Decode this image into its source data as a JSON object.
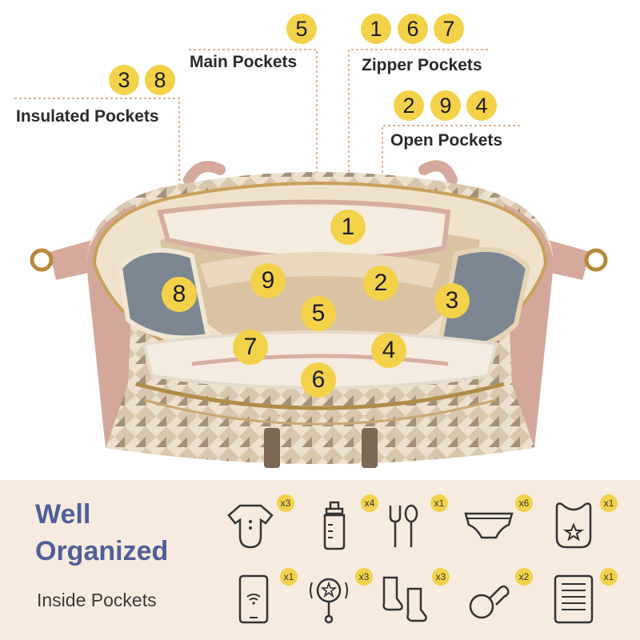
{
  "labels": {
    "main": "Main Pockets",
    "zipper": "Zipper Pockets",
    "insulated": "Insulated Pockets",
    "open": "Open Pockets"
  },
  "header_badges": {
    "main": [
      "5"
    ],
    "zipper": [
      "1",
      "6",
      "7"
    ],
    "insulated": [
      "3",
      "8"
    ],
    "open": [
      "2",
      "9",
      "4"
    ]
  },
  "bag_badges": [
    "1",
    "2",
    "3",
    "4",
    "5",
    "6",
    "7",
    "8",
    "9"
  ],
  "bottom": {
    "title_line1": "Well",
    "title_line2": "Organized",
    "subtitle": "Inside Pockets",
    "items": [
      {
        "icon": "onesie-icon",
        "count": "x3"
      },
      {
        "icon": "baby-bottle-icon",
        "count": "x4"
      },
      {
        "icon": "baby-utensils-icon",
        "count": "x1"
      },
      {
        "icon": "diaper-icon",
        "count": "x6"
      },
      {
        "icon": "bib-icon",
        "count": "x1"
      },
      {
        "icon": "phone-icon",
        "count": "x1"
      },
      {
        "icon": "rattle-icon",
        "count": "x3"
      },
      {
        "icon": "socks-icon",
        "count": "x3"
      },
      {
        "icon": "pacifier-icon",
        "count": "x2"
      },
      {
        "icon": "tablet-icon",
        "count": "x1"
      }
    ]
  },
  "colors": {
    "badge": "#f3d24a",
    "title": "#4f5f99",
    "panel": "#f7ebdf",
    "leather": "#d9aea3",
    "lining": "#f1e6d3"
  }
}
